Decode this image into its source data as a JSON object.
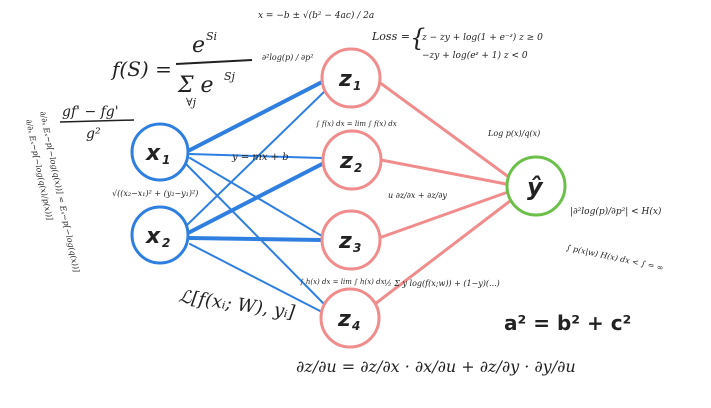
{
  "colors": {
    "input": "#2f7fe0",
    "hidden": "#f08c8c",
    "output": "#6cc04a",
    "ink": "#222222"
  },
  "nodes": {
    "x1": {
      "label": "x",
      "sub": "1"
    },
    "x2": {
      "label": "x",
      "sub": "2"
    },
    "z1": {
      "label": "z",
      "sub": "1"
    },
    "z2": {
      "label": "z",
      "sub": "2"
    },
    "z3": {
      "label": "z",
      "sub": "3"
    },
    "z4": {
      "label": "z",
      "sub": "4"
    },
    "y": {
      "label": "ŷ"
    }
  },
  "annotations": {
    "softmax_lhs": "f(S) =",
    "softmax_num": "e",
    "softmax_num_sup": "Si",
    "softmax_den": "Σ e",
    "softmax_den_sup": "Sj",
    "softmax_den_sub": "∀j",
    "quotient_num": "gf' − fg'",
    "quotient_den": "g²",
    "left_vertical_1": "∂/∂ₓ Eₓ~p[−log(q(x))] = Eₓ~p[−log(q(x))]",
    "left_vertical_2": "∂/∂ₓ Eₓ~p[−log(q(x)/p(x))]",
    "distance": "√((x₂−x₁)² + (y₂−y₁)²)",
    "line_eq": "y = mx + b",
    "quadratic": "x = −b ± √(b² − 4ac) / 2a",
    "second_deriv_left": "∂²log(p) / ∂p²",
    "integral_1": "∫ f(x) dx = lim ∫ f(x) dx",
    "integral_2": "∫ h(x) dx = lim ∫ h(x) dx",
    "loss_label": "Loss =",
    "loss_1": "z − zy + log(1 + e⁻ᶻ)   z ≥ 0",
    "loss_2": "−zy + log(eᶻ + 1)   z < 0",
    "log_ratio": "Log p(x)/q(x)",
    "chain_small": "u ∂z/∂x + ∂z/∂y",
    "second_deriv_right": "|∂²log(p)/∂p²| < H(x)",
    "integral_right": "∫ p(x|w) H(x) dx < ∫ = ∞",
    "sum_term": "½ Σ y log(f(x;w)) + (1−y)(...)",
    "expectation": "ℒ[f(xᵢ; W), yᵢ]",
    "chain_rule": "∂z/∂u = ∂z/∂x · ∂x/∂u + ∂z/∂y · ∂y/∂u",
    "pythagoras": "a² = b² + c²"
  }
}
